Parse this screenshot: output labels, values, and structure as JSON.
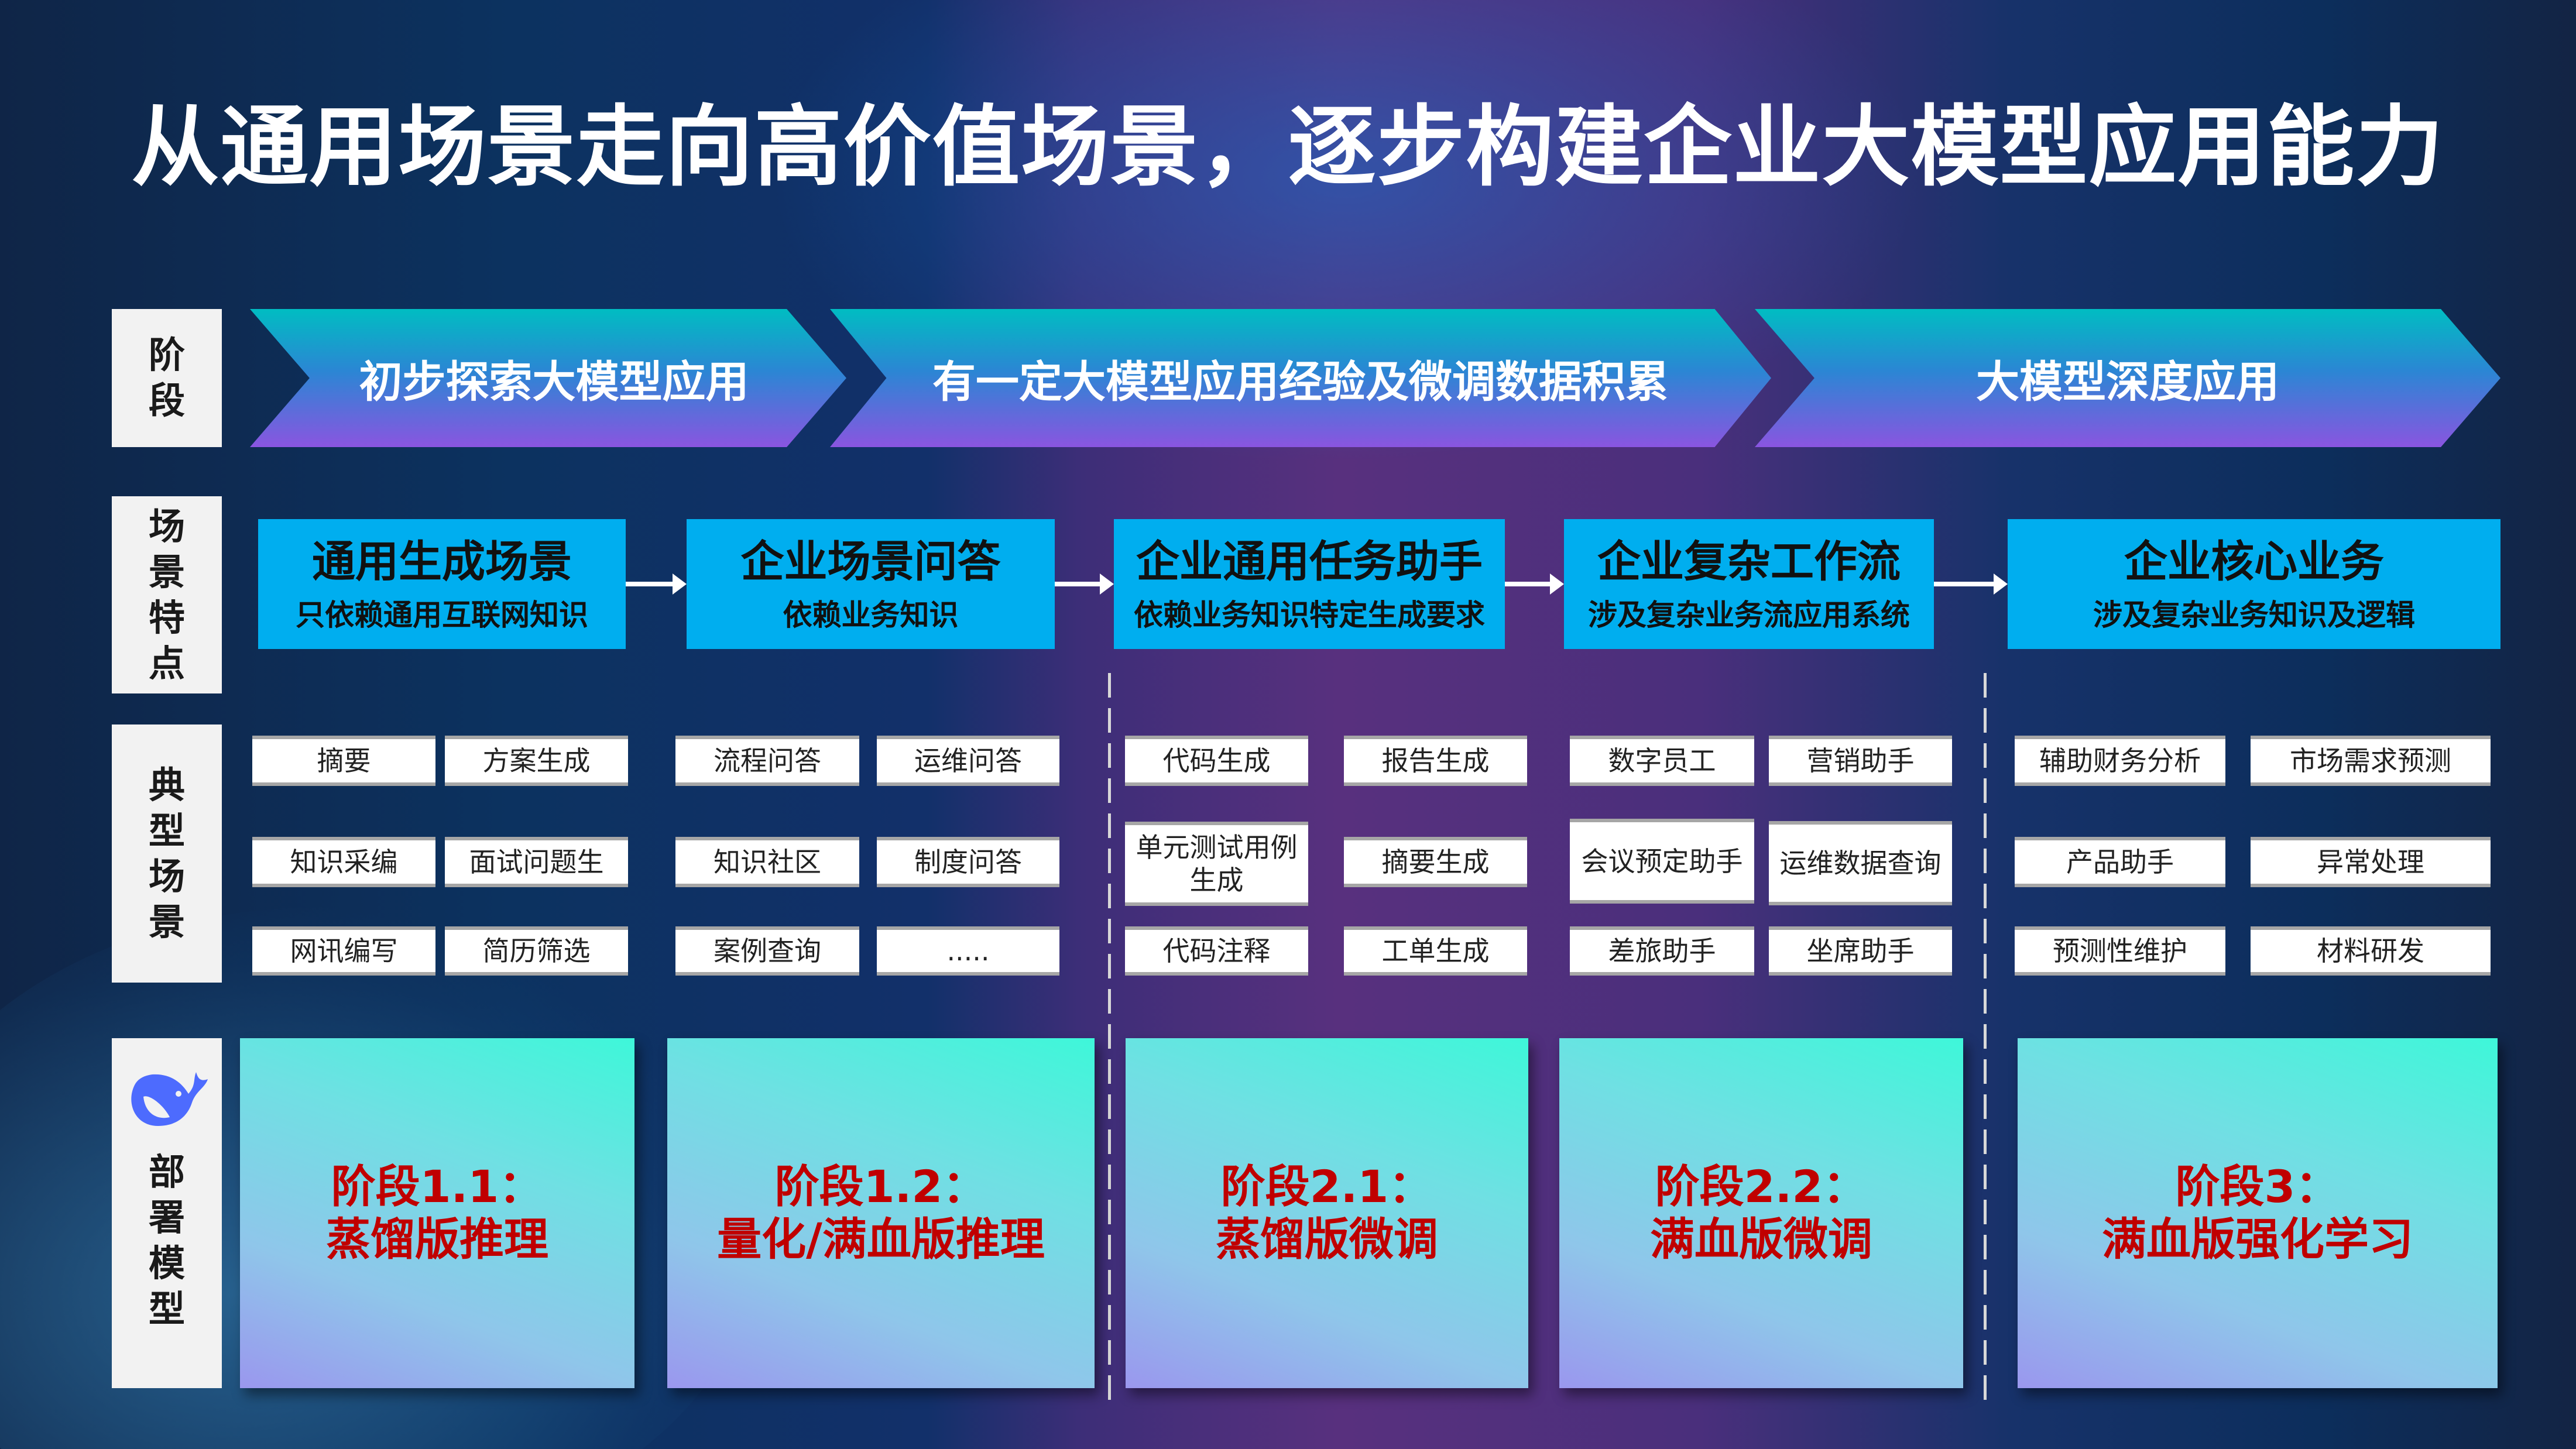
{
  "title": "从通用场景走向高价值场景，逐步构建企业大模型应用能力",
  "row_labels": {
    "stage": [
      "阶",
      "段"
    ],
    "scene": [
      "场",
      "景",
      "特",
      "点"
    ],
    "typical": [
      "典",
      "型",
      "场",
      "景"
    ],
    "deploy": [
      "部",
      "署",
      "模",
      "型"
    ]
  },
  "logo": "deepseek-whale-icon",
  "stages": [
    "初步探索大模型应用",
    "有一定大模型应用经验及微调数据积累",
    "大模型深度应用"
  ],
  "scenes": [
    {
      "title": "通用生成场景",
      "sub": "只依赖通用互联网知识"
    },
    {
      "title": "企业场景问答",
      "sub": "依赖业务知识"
    },
    {
      "title": "企业通用任务助手",
      "sub": "依赖业务知识特定生成要求"
    },
    {
      "title": "企业复杂工作流",
      "sub": "涉及复杂业务流应用系统"
    },
    {
      "title": "企业核心业务",
      "sub": "涉及复杂业务知识及逻辑"
    }
  ],
  "tags": [
    [
      "摘要",
      "方案生成",
      "流程问答",
      "运维问答",
      "代码生成",
      "报告生成",
      "数字员工",
      "营销助手",
      "辅助财务分析",
      "市场需求预测"
    ],
    [
      "知识采编",
      "面试问题生",
      "知识社区",
      "制度问答",
      "单元测试用例生成",
      "摘要生成",
      "会议预定助手",
      "运维数据查询",
      "产品助手",
      "异常处理"
    ],
    [
      "网讯编写",
      "简历筛选",
      "案例查询",
      ".....",
      "代码注释",
      "工单生成",
      "差旅助手",
      "坐席助手",
      "预测性维护",
      "材料研发"
    ]
  ],
  "deploy": [
    {
      "stage": "阶段1.1：",
      "name": "蒸馏版推理"
    },
    {
      "stage": "阶段1.2：",
      "name": "量化/满血版推理"
    },
    {
      "stage": "阶段2.1：",
      "name": "蒸馏版微调"
    },
    {
      "stage": "阶段2.2：",
      "name": "满血版微调"
    },
    {
      "stage": "阶段3：",
      "name": "满血版强化学习"
    }
  ]
}
